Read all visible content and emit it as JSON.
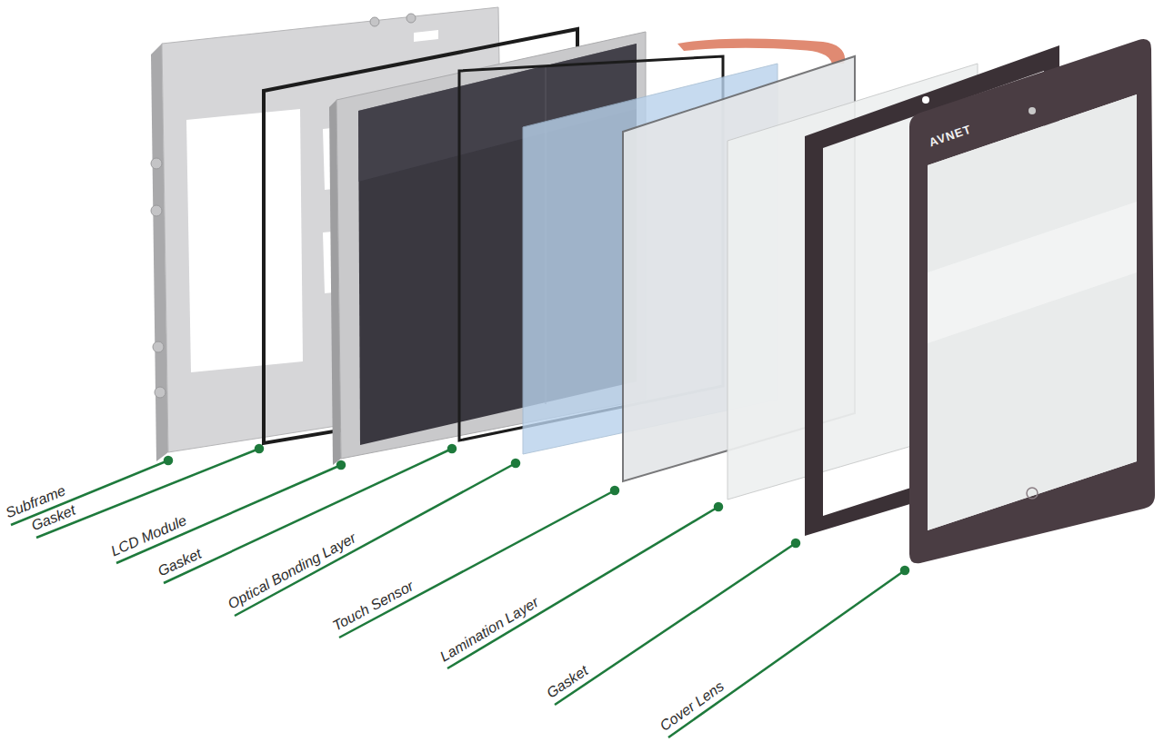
{
  "diagram": {
    "labels": [
      "Subframe",
      "Gasket",
      "LCD Module",
      "Gasket",
      "Optical Bonding Layer",
      "Touch Sensor",
      "Lamination Layer",
      "Gasket",
      "Cover Lens",
      "AVNET"
    ]
  }
}
